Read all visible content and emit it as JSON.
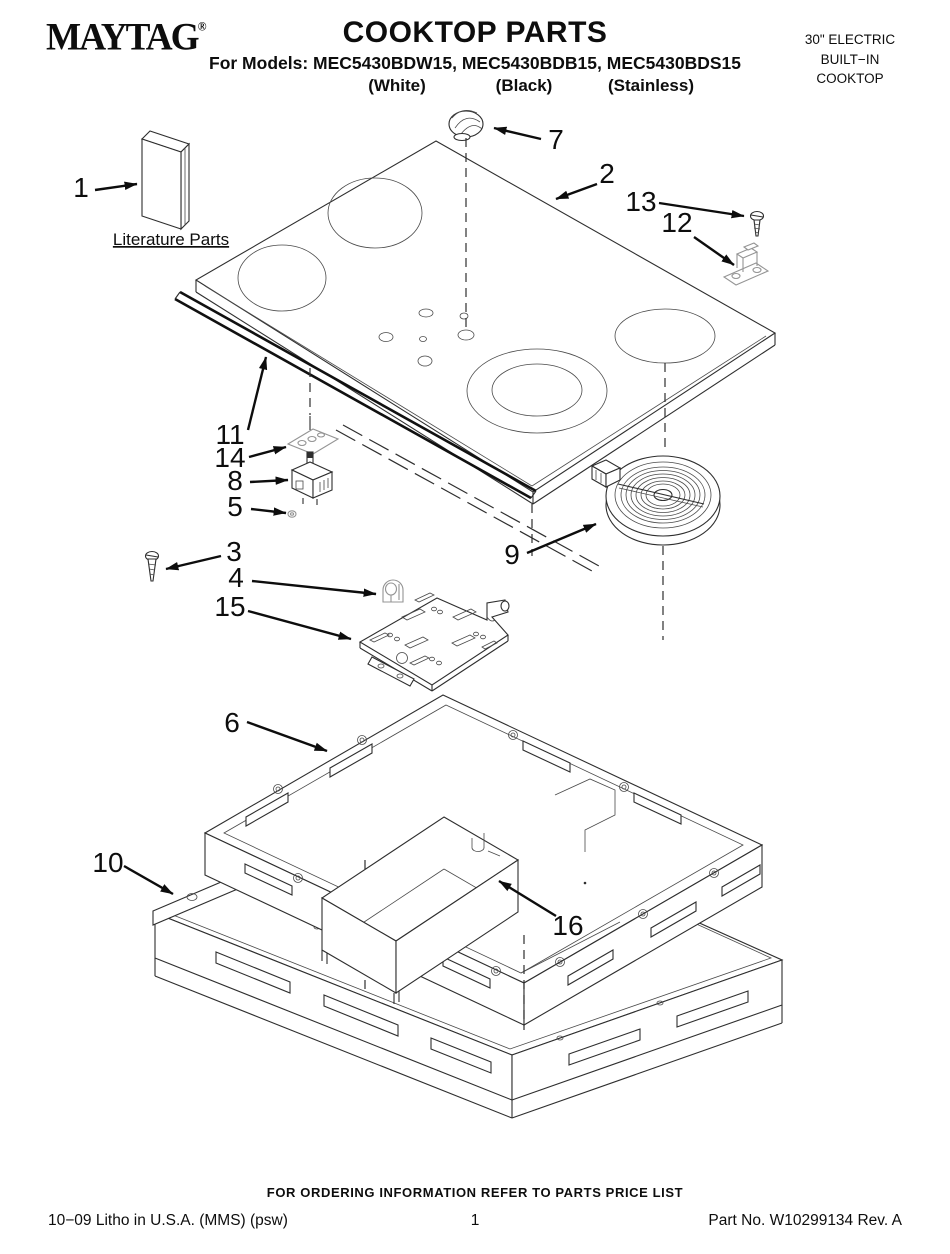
{
  "colors": {
    "background": "#ffffff",
    "ink": "#0d0d0d",
    "line_art": "#2e2e2e",
    "light_line_art": "#949494"
  },
  "header": {
    "brand": "MAYTAG",
    "registered_mark": "®",
    "title": "COOKTOP PARTS",
    "models_line": "For Models: MEC5430BDW15, MEC5430BDB15, MEC5430BDS15",
    "finish_white": "(White)",
    "finish_black": "(Black)",
    "finish_stainless": "(Stainless)",
    "product_type_line1": "30\" ELECTRIC",
    "product_type_line2": "BUILT−IN",
    "product_type_line3": "COOKTOP"
  },
  "diagram": {
    "literature_label": "Literature Parts",
    "callouts": {
      "c1": "1",
      "c2": "2",
      "c3": "3",
      "c4": "4",
      "c5": "5",
      "c6": "6",
      "c7": "7",
      "c8": "8",
      "c9": "9",
      "c10": "10",
      "c11": "11",
      "c12": "12",
      "c13": "13",
      "c14": "14",
      "c15": "15",
      "c16": "16"
    }
  },
  "footer": {
    "ordering_note": "FOR ORDERING INFORMATION REFER TO PARTS PRICE LIST",
    "litho_info": "10−09 Litho in U.S.A. (MMS) (psw)",
    "page_number": "1",
    "part_info": "Part No. W10299134 Rev. A"
  }
}
